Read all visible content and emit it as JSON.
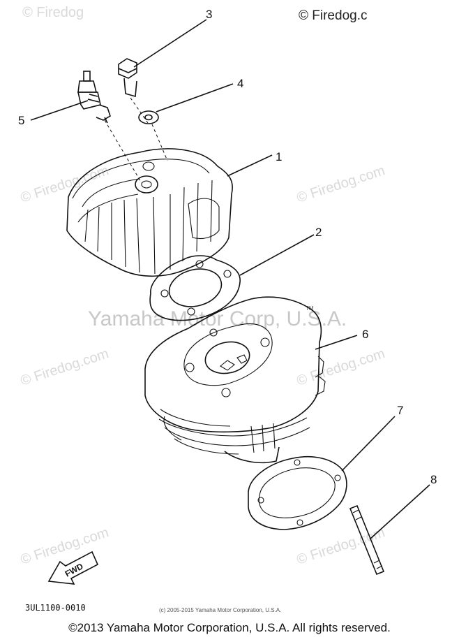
{
  "watermarks": {
    "top_left": "© Firedog",
    "top_right": "© Firedog.c",
    "site": "© Firedog.com",
    "center": "Yamaha Motor Corp, U.S.A.",
    "tm": "TM"
  },
  "callouts": [
    "1",
    "2",
    "3",
    "4",
    "5",
    "6",
    "7",
    "8"
  ],
  "direction_label": "FWD",
  "part_code": "3UL1100-0010",
  "small_copyright": "(c) 2005-2015 Yamaha Motor Corporation, U.S.A.",
  "footer_copyright": "©2013 Yamaha Motor Corporation, U.S.A. All rights reserved."
}
